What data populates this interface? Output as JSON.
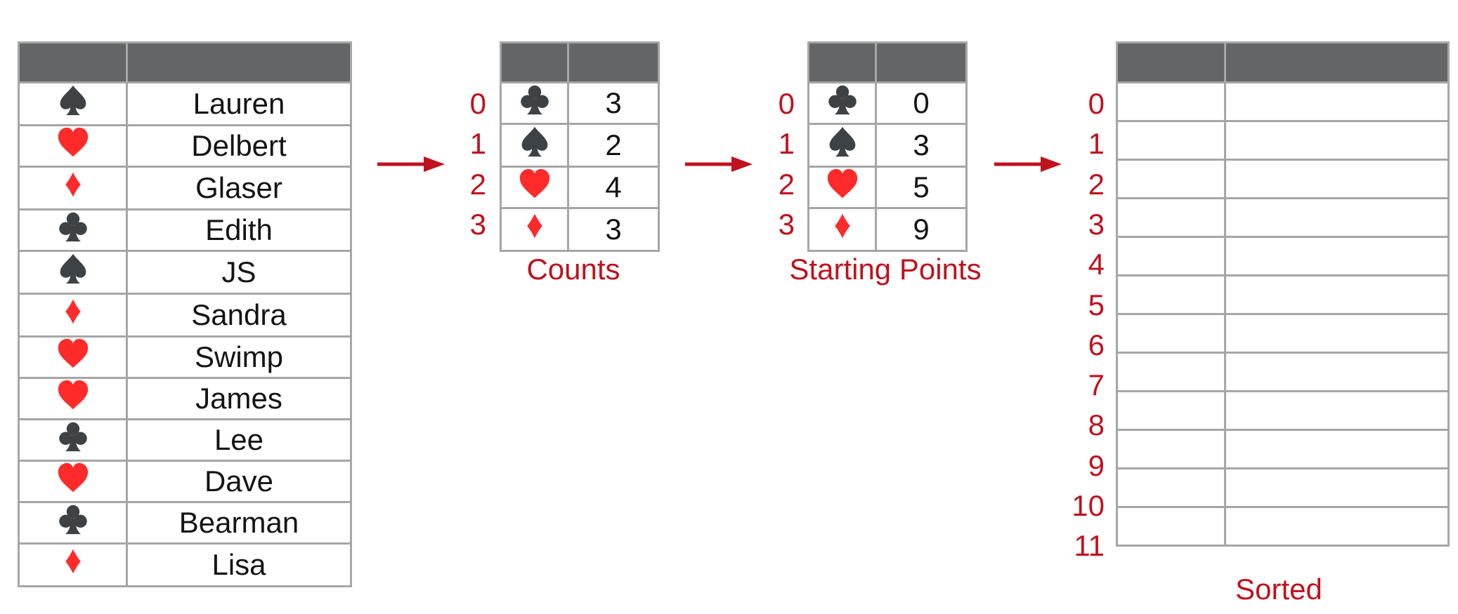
{
  "colors": {
    "red": "#ff2a2a",
    "dark": "#3f4245",
    "label": "#c0121e",
    "header": "#646566",
    "grid": "#a6a6a6"
  },
  "input_table": {
    "rows": [
      {
        "suit": "spade-icon",
        "name": "Lauren"
      },
      {
        "suit": "heart-icon",
        "name": "Delbert"
      },
      {
        "suit": "diamond-icon",
        "name": "Glaser"
      },
      {
        "suit": "club-icon",
        "name": "Edith"
      },
      {
        "suit": "spade-icon",
        "name": "JS"
      },
      {
        "suit": "diamond-icon",
        "name": "Sandra"
      },
      {
        "suit": "heart-icon",
        "name": "Swimp"
      },
      {
        "suit": "heart-icon",
        "name": "James"
      },
      {
        "suit": "club-icon",
        "name": "Lee"
      },
      {
        "suit": "heart-icon",
        "name": "Dave"
      },
      {
        "suit": "club-icon",
        "name": "Bearman"
      },
      {
        "suit": "diamond-icon",
        "name": "Lisa"
      }
    ]
  },
  "counts_table": {
    "caption": "Counts",
    "indices": [
      "0",
      "1",
      "2",
      "3"
    ],
    "rows": [
      {
        "suit": "club-icon",
        "value": "3"
      },
      {
        "suit": "spade-icon",
        "value": "2"
      },
      {
        "suit": "heart-icon",
        "value": "4"
      },
      {
        "suit": "diamond-icon",
        "value": "3"
      }
    ]
  },
  "starting_points_table": {
    "caption": "Starting Points",
    "indices": [
      "0",
      "1",
      "2",
      "3"
    ],
    "rows": [
      {
        "suit": "club-icon",
        "value": "0"
      },
      {
        "suit": "spade-icon",
        "value": "3"
      },
      {
        "suit": "heart-icon",
        "value": "5"
      },
      {
        "suit": "diamond-icon",
        "value": "9"
      }
    ]
  },
  "sorted_table": {
    "caption": "Sorted",
    "indices": [
      "0",
      "1",
      "2",
      "3",
      "4",
      "5",
      "6",
      "7",
      "8",
      "9",
      "10",
      "11"
    ]
  }
}
